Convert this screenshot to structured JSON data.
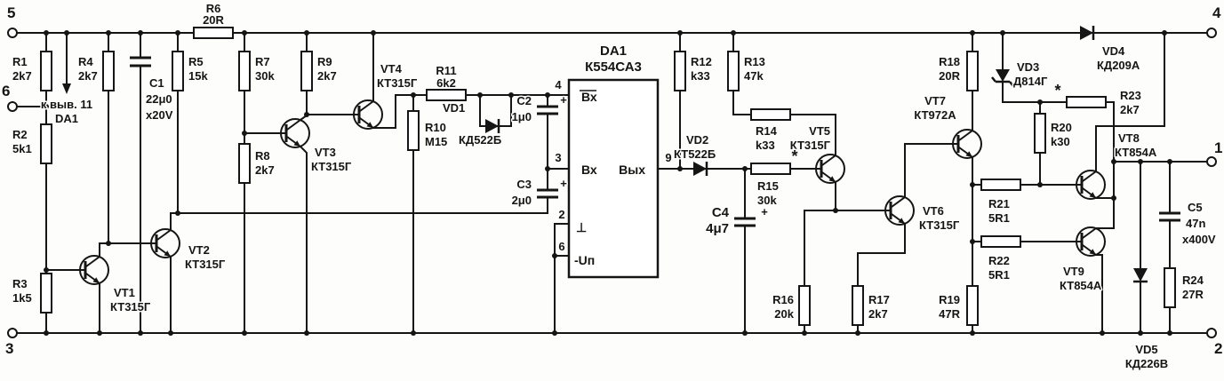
{
  "terminals": {
    "t5": "5",
    "t6": "6",
    "t3": "3",
    "t4": "4",
    "t1": "1",
    "t2": "2"
  },
  "note": {
    "line1": "к выв. 11",
    "line2": "DA1"
  },
  "marks": {
    "star": "*",
    "plus": "+"
  },
  "ic": {
    "ref": "DA1",
    "part": "К554СА3",
    "pin4": "4",
    "pin3": "3",
    "pin9": "9",
    "pin2": "2",
    "pin6": "6",
    "in_inv": "Вх",
    "in": "Вх",
    "out": "Вых",
    "gnd": "⊥",
    "supply": "-Uп"
  },
  "r": {
    "R1": {
      "n": "R1",
      "v": "2k7"
    },
    "R2": {
      "n": "R2",
      "v": "5k1"
    },
    "R3": {
      "n": "R3",
      "v": "1k5"
    },
    "R4": {
      "n": "R4",
      "v": "2k7"
    },
    "R5": {
      "n": "R5",
      "v": "15k"
    },
    "R6": {
      "n": "R6",
      "v": "20R"
    },
    "R7": {
      "n": "R7",
      "v": "30k"
    },
    "R8": {
      "n": "R8",
      "v": "2k7"
    },
    "R9": {
      "n": "R9",
      "v": "2k7"
    },
    "R10": {
      "n": "R10",
      "v": "M15"
    },
    "R11": {
      "n": "R11",
      "v": "6k2"
    },
    "R12": {
      "n": "R12",
      "v": "k33"
    },
    "R13": {
      "n": "R13",
      "v": "47k"
    },
    "R14": {
      "n": "R14",
      "v": "k33"
    },
    "R15": {
      "n": "R15",
      "v": "30k"
    },
    "R16": {
      "n": "R16",
      "v": "20k"
    },
    "R17": {
      "n": "R17",
      "v": "2k7"
    },
    "R18": {
      "n": "R18",
      "v": "20R"
    },
    "R19": {
      "n": "R19",
      "v": "47R"
    },
    "R20": {
      "n": "R20",
      "v": "k30"
    },
    "R21": {
      "n": "R21",
      "v": "5R1"
    },
    "R22": {
      "n": "R22",
      "v": "5R1"
    },
    "R23": {
      "n": "R23",
      "v": "2k7"
    },
    "R24": {
      "n": "R24",
      "v": "27R"
    }
  },
  "c": {
    "C1": {
      "n": "C1",
      "v": "22μ0",
      "v2": "x20V"
    },
    "C2": {
      "n": "C2",
      "v": "1μ0"
    },
    "C3": {
      "n": "C3",
      "v": "2μ0"
    },
    "C4": {
      "n": "C4",
      "v": "4μ7"
    },
    "C5": {
      "n": "C5",
      "v": "47n",
      "v2": "x400V"
    }
  },
  "d": {
    "VD1": {
      "n": "VD1",
      "v": "КД522Б"
    },
    "VD2": {
      "n": "VD2",
      "v": "КТ522Б"
    },
    "VD3": {
      "n": "VD3",
      "v": "Д814Г"
    },
    "VD4": {
      "n": "VD4",
      "v": "КД209А"
    },
    "VD5": {
      "n": "VD5",
      "v": "КД226В"
    }
  },
  "t": {
    "VT1": {
      "n": "VT1",
      "v": "КТ315Г"
    },
    "VT2": {
      "n": "VT2",
      "v": "КТ315Г"
    },
    "VT3": {
      "n": "VT3",
      "v": "КТ315Г"
    },
    "VT4": {
      "n": "VT4",
      "v": "КТ315Г"
    },
    "VT5": {
      "n": "VT5",
      "v": "КТ315Г"
    },
    "VT6": {
      "n": "VT6",
      "v": "КТ315Г"
    },
    "VT7": {
      "n": "VT7",
      "v": "КТ972А"
    },
    "VT8": {
      "n": "VT8",
      "v": "КТ854А"
    },
    "VT9": {
      "n": "VT9",
      "v": "КТ854А"
    }
  }
}
